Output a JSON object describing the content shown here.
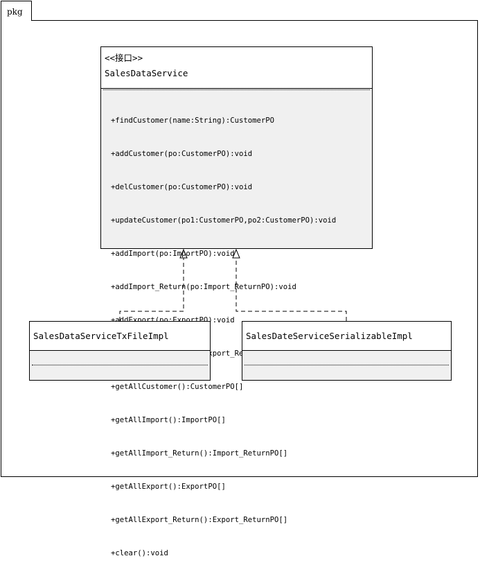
{
  "package": {
    "label": "pkg"
  },
  "interface": {
    "stereotype": "<<接口>>",
    "name": "SalesDataService",
    "operations": [
      "+findCustomer(name:String):CustomerPO",
      "+addCustomer(po:CustomerPO):void",
      "+delCustomer(po:CustomerPO):void",
      "+updateCustomer(po1:CustomerPO,po2:CustomerPO):void",
      "+addImport(po:ImportPO):void",
      "+addImport_Return(po:Import_ReturnPO):void",
      "+addExport(po:ExportPO):void",
      "+addExport_Return(po:Export_ReturnPO):void",
      "+getAllCustomer():CustomerPO[]",
      "+getAllImport():ImportPO[]",
      "+getAllImport_Return():Import_ReturnPO[]",
      "+getAllExport():ExportPO[]",
      "+getAllExport_Return():Export_ReturnPO[]",
      "+clear():void"
    ]
  },
  "implementations": [
    {
      "name": "SalesDataServiceTxFileImpl"
    },
    {
      "name": "SalesDateServiceSerializableImpl"
    }
  ]
}
